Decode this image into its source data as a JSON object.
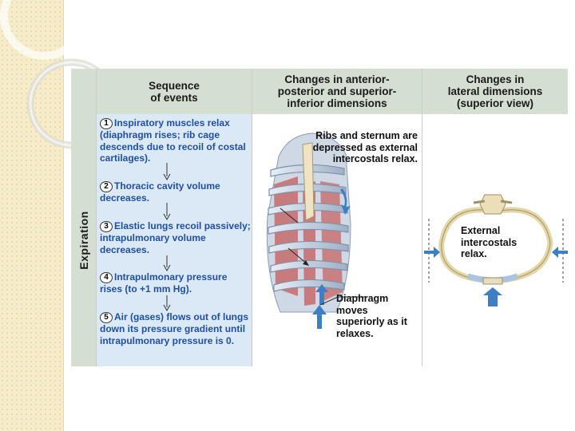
{
  "header": {
    "col1": "Sequence\nof events",
    "col2": "Changes in anterior-\nposterior and superior-\ninferior dimensions",
    "col3": "Changes in\nlateral dimensions\n(superior view)"
  },
  "side_label": "Expiration",
  "steps": [
    {
      "num": "1",
      "text": "Inspiratory muscles relax (diaphragm rises; rib cage descends due to recoil of costal cartilages)."
    },
    {
      "num": "2",
      "text": "Thoracic cavity volume decreases."
    },
    {
      "num": "3",
      "text": "Elastic lungs recoil passively; intrapulmonary volume decreases."
    },
    {
      "num": "4",
      "text": "Intrapulmonary pressure rises (to +1 mm Hg)."
    },
    {
      "num": "5",
      "text": "Air (gases) flows out of lungs down its pressure gradient until intrapulmonary pressure is 0."
    }
  ],
  "figure": {
    "ribs_label": "Ribs and sternum are depressed as external intercostals relax.",
    "diaphragm_label": "Diaphragm moves superiorly as it relaxes.",
    "lateral_label": "External intercostals relax."
  }
}
